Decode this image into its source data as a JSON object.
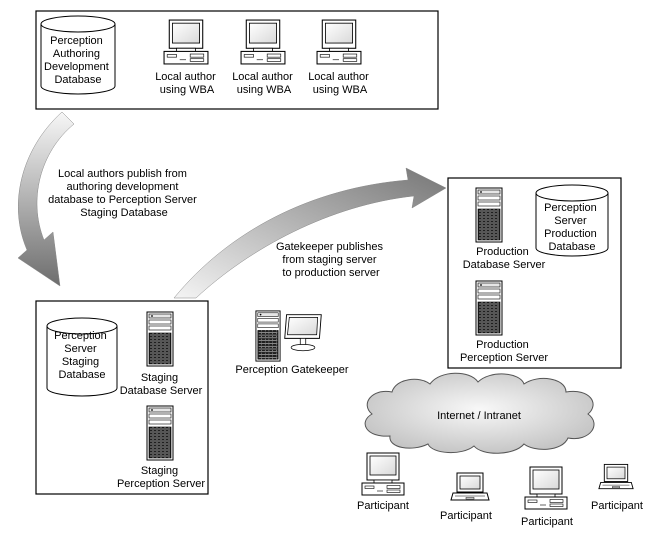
{
  "colors": {
    "stroke": "#000000",
    "fill": "#ffffff",
    "arrow_light": "#f2f2f2",
    "arrow_dark": "#7f7f7f",
    "cloud_light": "#f5f5f5",
    "cloud_dark": "#c8c8c8"
  },
  "top_panel": {
    "database_label": [
      "Perception",
      "Authoring",
      "Development",
      "Database"
    ],
    "authors": [
      {
        "label": [
          "Local author",
          "using WBA"
        ]
      },
      {
        "label": [
          "Local author",
          "using WBA"
        ]
      },
      {
        "label": [
          "Local author",
          "using WBA"
        ]
      }
    ]
  },
  "arrows": {
    "publish_to_staging": [
      "Local authors publish from",
      "authoring development",
      "database to Perception Server",
      "Staging Database"
    ],
    "publish_to_production": [
      "Gatekeeper publishes",
      "from staging server",
      "to production server"
    ]
  },
  "staging_panel": {
    "database_label": [
      "Perception",
      "Server",
      "Staging",
      "Database"
    ],
    "database_server_label": [
      "Staging",
      "Database Server"
    ],
    "perception_server_label": [
      "Staging",
      "Perception Server"
    ]
  },
  "gatekeeper": {
    "label": "Perception Gatekeeper"
  },
  "production_panel": {
    "database_label": [
      "Perception",
      "Server",
      "Production",
      "Database"
    ],
    "database_server_label": [
      "Production",
      "Database Server"
    ],
    "perception_server_label": [
      "Production",
      "Perception Server"
    ]
  },
  "network": {
    "label": "Internet / Intranet",
    "participants": [
      {
        "label": "Participant"
      },
      {
        "label": "Participant"
      },
      {
        "label": "Participant"
      },
      {
        "label": "Participant"
      }
    ]
  }
}
